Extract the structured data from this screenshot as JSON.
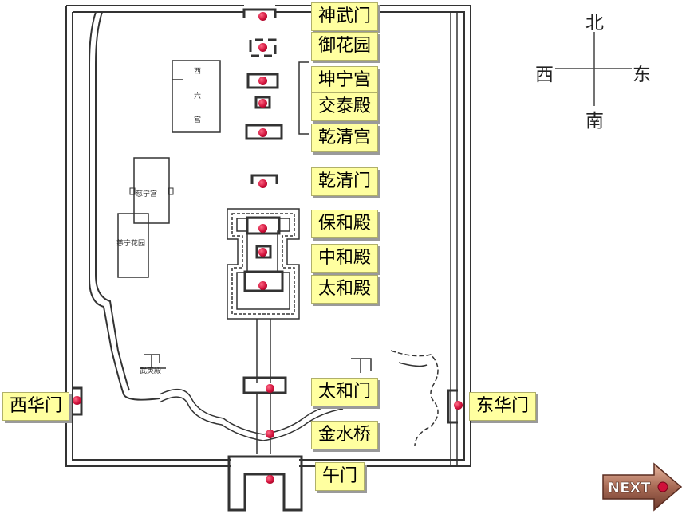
{
  "compass": {
    "north": "北",
    "south": "南",
    "west": "西",
    "east": "东"
  },
  "map_labels": {
    "xiliugong": [
      "西",
      "六",
      "宫"
    ],
    "ciningong": "慈宁宫",
    "cininghuayuan": "慈宁花园",
    "wuyingdian": "武英殿"
  },
  "places": [
    {
      "id": "shenwumen",
      "label": "神武门"
    },
    {
      "id": "yuhuayuan",
      "label": "御花园"
    },
    {
      "id": "kunninggong",
      "label": "坤宁宫"
    },
    {
      "id": "jiaotaidian",
      "label": "交泰殿"
    },
    {
      "id": "qianqinggong",
      "label": "乾清宫"
    },
    {
      "id": "qianqingmen",
      "label": "乾清门"
    },
    {
      "id": "baohedian",
      "label": "保和殿"
    },
    {
      "id": "zhonghedian",
      "label": "中和殿"
    },
    {
      "id": "taihedian",
      "label": "太和殿"
    },
    {
      "id": "taihemen",
      "label": "太和门"
    },
    {
      "id": "xihuamen",
      "label": "西华门"
    },
    {
      "id": "donghuamen",
      "label": "东华门"
    },
    {
      "id": "jinshuiqiao",
      "label": "金水桥"
    },
    {
      "id": "wumen",
      "label": "午门"
    }
  ],
  "next_button": {
    "label": "NEXT"
  }
}
